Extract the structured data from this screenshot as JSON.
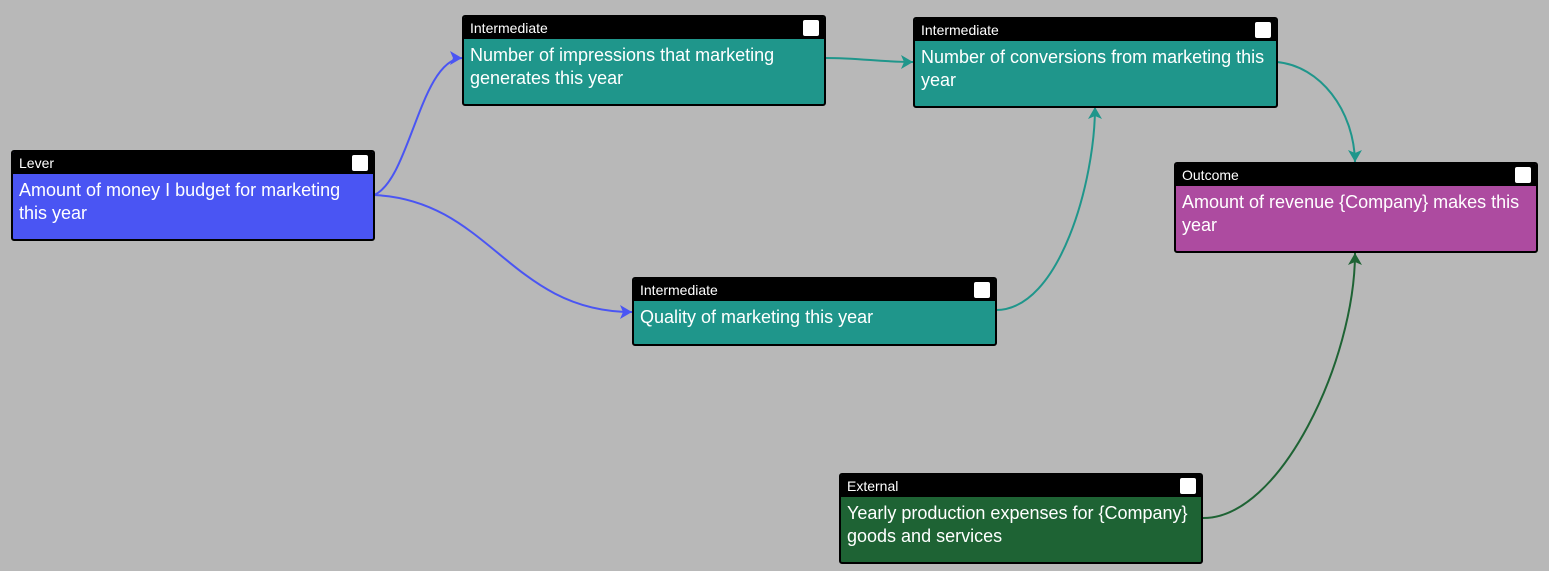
{
  "colors": {
    "background": "#b8b8b8",
    "lever": "#4a55f3",
    "intermediate": "#1f968b",
    "outcome": "#ad4ba0",
    "external": "#1e6334",
    "header": "#000000"
  },
  "nodes": [
    {
      "id": "lever-budget",
      "category": "Lever",
      "text": "Amount of money I budget for marketing this year",
      "color": "#4a55f3"
    },
    {
      "id": "impressions",
      "category": "Intermediate",
      "text": "Number of impressions that marketing generates this year",
      "color": "#1f968b"
    },
    {
      "id": "conversions",
      "category": "Intermediate",
      "text": "Number of conversions from marketing this year",
      "color": "#1f968b"
    },
    {
      "id": "quality",
      "category": "Intermediate",
      "text": "Quality of marketing this year",
      "color": "#1f968b"
    },
    {
      "id": "revenue",
      "category": "Outcome",
      "text": "Amount of revenue {Company} makes this year",
      "color": "#ad4ba0"
    },
    {
      "id": "expenses",
      "category": "External",
      "text": "Yearly production expenses for {Company} goods and services",
      "color": "#1e6334"
    }
  ],
  "edges": [
    {
      "from": "lever-budget",
      "to": "impressions",
      "color": "#4a55f3"
    },
    {
      "from": "lever-budget",
      "to": "quality",
      "color": "#4a55f3"
    },
    {
      "from": "impressions",
      "to": "conversions",
      "color": "#1f968b"
    },
    {
      "from": "quality",
      "to": "conversions",
      "color": "#1f968b"
    },
    {
      "from": "conversions",
      "to": "revenue",
      "color": "#1f968b"
    },
    {
      "from": "expenses",
      "to": "revenue",
      "color": "#1e6334"
    }
  ]
}
